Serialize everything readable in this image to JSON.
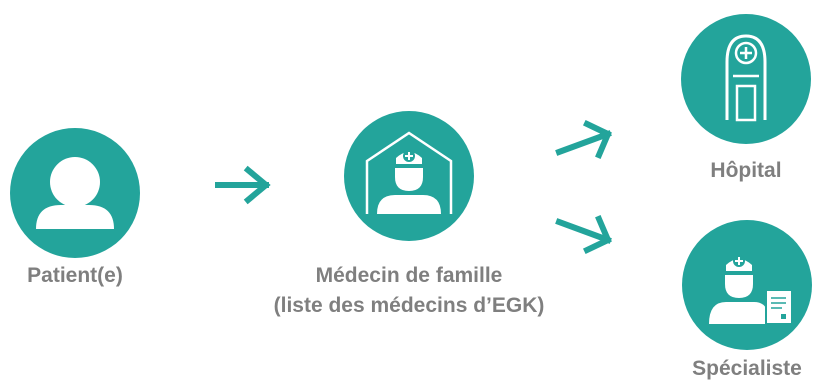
{
  "colors": {
    "teal": "#23a49b",
    "label_gray": "#7f7f7f",
    "icon_white": "#ffffff"
  },
  "nodes": {
    "patient": {
      "label": "Patient(e)",
      "icon": "person-icon"
    },
    "family_doctor": {
      "label_line1": "Médecin de famille",
      "label_line2": "(liste des médecins d’EGK)",
      "icon": "doctor-house-icon"
    },
    "hospital": {
      "label": "Hôpital",
      "icon": "hospital-icon"
    },
    "specialist": {
      "label": "Spécialiste",
      "icon": "specialist-doctor-icon"
    }
  },
  "edges": [
    {
      "from": "patient",
      "to": "family_doctor"
    },
    {
      "from": "family_doctor",
      "to": "hospital"
    },
    {
      "from": "family_doctor",
      "to": "specialist"
    }
  ]
}
